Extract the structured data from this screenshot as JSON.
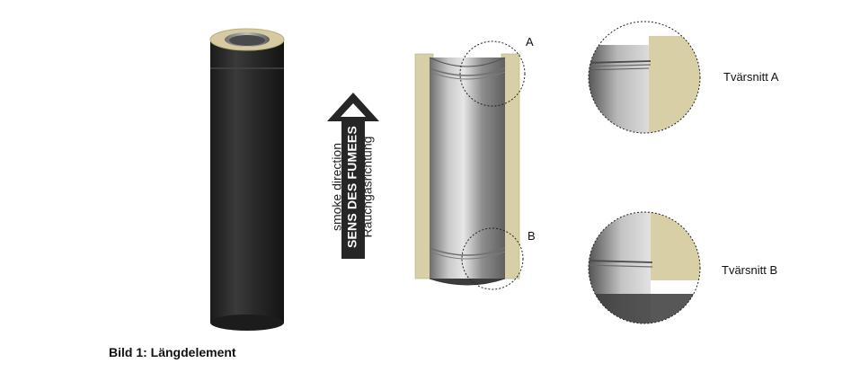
{
  "arrow": {
    "lines": [
      "smoke direction",
      "SENS DES FUMEES",
      "Rauchgasrichtung"
    ]
  },
  "callouts": {
    "a": "A",
    "b": "B"
  },
  "details": {
    "a_label": "Tvärsnitt A",
    "b_label": "Tvärsnitt B"
  },
  "caption": "Bild 1: Längdelement",
  "colors": {
    "pipe_dark": "#2e2e2e",
    "insulation": "#d8cfa6",
    "steel": "#9a9a9a",
    "arrow": "#262626"
  }
}
